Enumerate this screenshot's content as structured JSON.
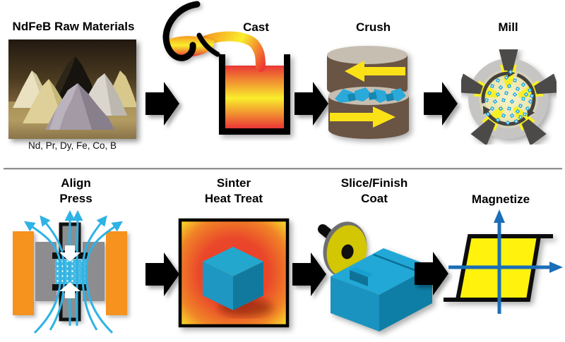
{
  "diagram": {
    "top_row": {
      "raw_materials": {
        "title": "NdFeB Raw Materials",
        "caption": "Nd, Pr, Dy, Fe, Co, B"
      },
      "cast": {
        "title": "Cast"
      },
      "crush": {
        "title": "Crush"
      },
      "mill": {
        "title": "Mill"
      }
    },
    "bottom_row": {
      "align_press": {
        "title_line1": "Align",
        "title_line2": "Press"
      },
      "sinter": {
        "title_line1": "Sinter",
        "title_line2": "Heat Treat"
      },
      "slice_finish": {
        "title_line1": "Slice/Finish",
        "title_line2": "Coat"
      },
      "magnetize": {
        "title": "Magnetize"
      }
    },
    "colors": {
      "arrow_black": "#000000",
      "molten_orange": "#f79b22",
      "molten_yellow": "#f9ee2c",
      "molten_red": "#ea3333",
      "roller_brown": "#6a5444",
      "powder_blue": "#29abe2",
      "coil_orange": "#f6921e",
      "die_gray": "#8d8d8f",
      "jet_yellow": "#f8ef25",
      "disc_yellow": "#d3c603",
      "cube_blue": "#21a8d6",
      "axis_blue": "#1b6eb8",
      "loop_yellow": "#fff20d"
    }
  }
}
